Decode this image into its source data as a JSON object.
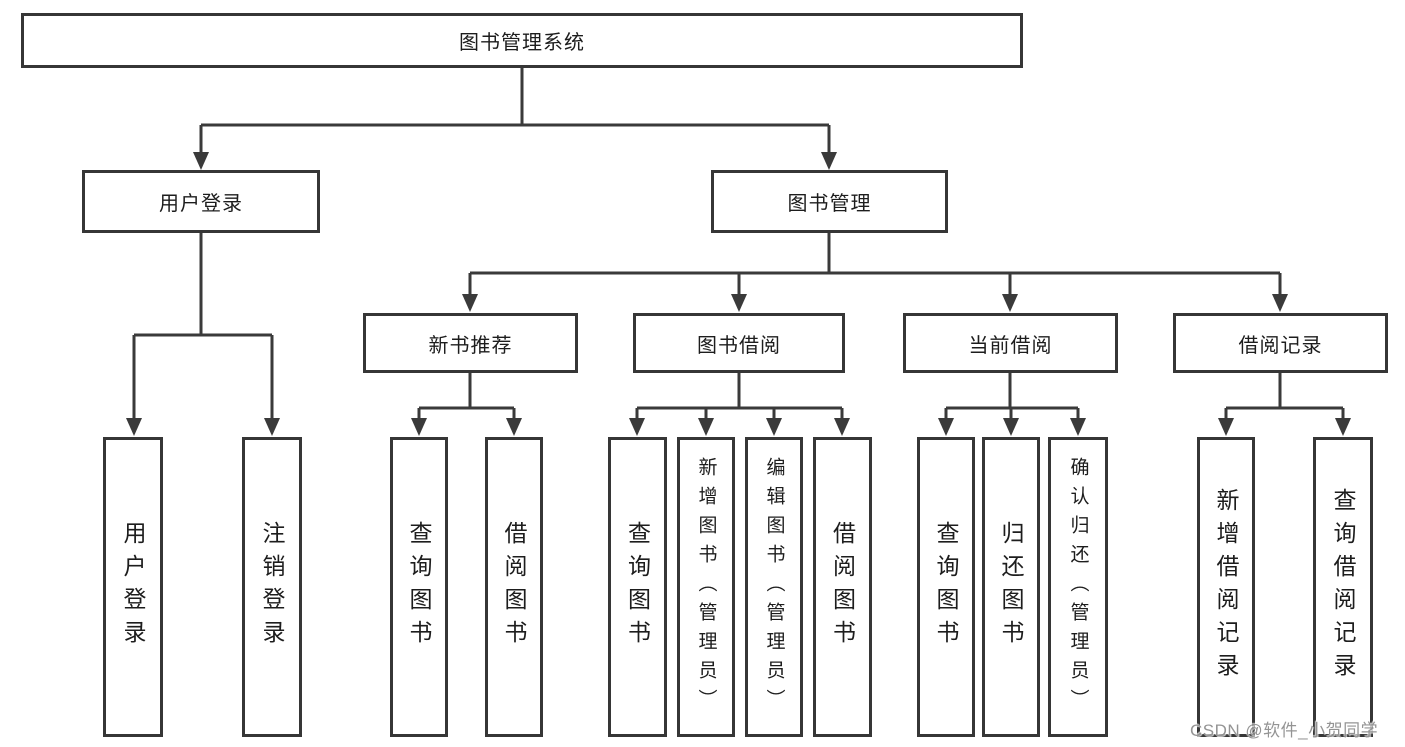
{
  "diagram": {
    "root": {
      "label": "图书管理系统"
    },
    "level2": [
      {
        "id": "user-login",
        "label": "用户登录"
      },
      {
        "id": "book-management",
        "label": "图书管理"
      }
    ],
    "level3": [
      {
        "id": "new-book-recommend",
        "label": "新书推荐"
      },
      {
        "id": "book-borrow",
        "label": "图书借阅"
      },
      {
        "id": "current-borrow",
        "label": "当前借阅"
      },
      {
        "id": "borrow-records",
        "label": "借阅记录"
      }
    ],
    "leaves": {
      "user_login": [
        {
          "label": "用户登录"
        },
        {
          "label": "注销登录"
        }
      ],
      "new_book_recommend": [
        {
          "label": "查询图书"
        },
        {
          "label": "借阅图书"
        }
      ],
      "book_borrow": [
        {
          "label": "查询图书"
        },
        {
          "label": "新增图书（管理员）"
        },
        {
          "label": "编辑图书（管理员）"
        },
        {
          "label": "借阅图书"
        }
      ],
      "current_borrow": [
        {
          "label": "查询图书"
        },
        {
          "label": "归还图书"
        },
        {
          "label": "确认归还（管理员）"
        }
      ],
      "borrow_records": [
        {
          "label": "新增借阅记录"
        },
        {
          "label": "查询借阅记录"
        }
      ]
    }
  },
  "watermark": {
    "text": "CSDN @软件_小贺同学"
  },
  "colors": {
    "line": "#3a3a3a",
    "box_border": "#363636",
    "text": "#1d1d1d",
    "watermark": "#949494",
    "background": "#ffffff"
  }
}
